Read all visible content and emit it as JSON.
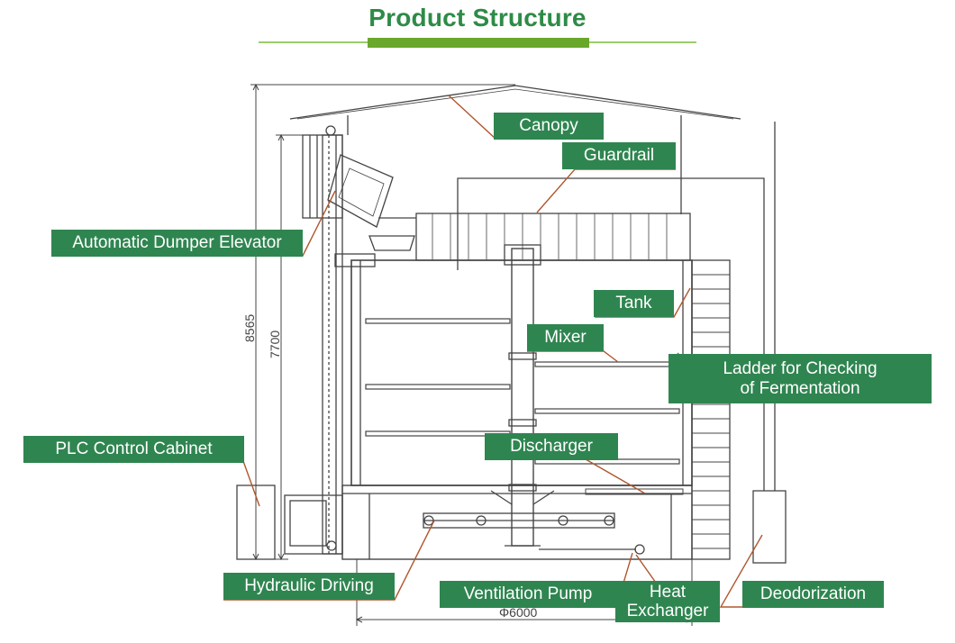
{
  "title": "Product Structure",
  "dimensions": {
    "height_total": "8565",
    "height_tank": "7700",
    "width": "Φ6000"
  },
  "labels": {
    "canopy": "Canopy",
    "guardrail": "Guardrail",
    "dumper": "Automatic Dumper Elevator",
    "tank": "Tank",
    "mixer": "Mixer",
    "ladder_line1": "Ladder for Checking",
    "ladder_line2": "of Fermentation",
    "plc": "PLC Control Cabinet",
    "discharger": "Discharger",
    "hydraulic": "Hydraulic Driving",
    "ventilation": "Ventilation Pump",
    "heat_line1": "Heat",
    "heat_line2": "Exchanger",
    "deodorization": "Deodorization"
  },
  "colors": {
    "title": "#2e8b47",
    "label_bg": "#2f8550",
    "label_text": "#ffffff",
    "leader": "#b0572f",
    "drawing": "#444444"
  }
}
